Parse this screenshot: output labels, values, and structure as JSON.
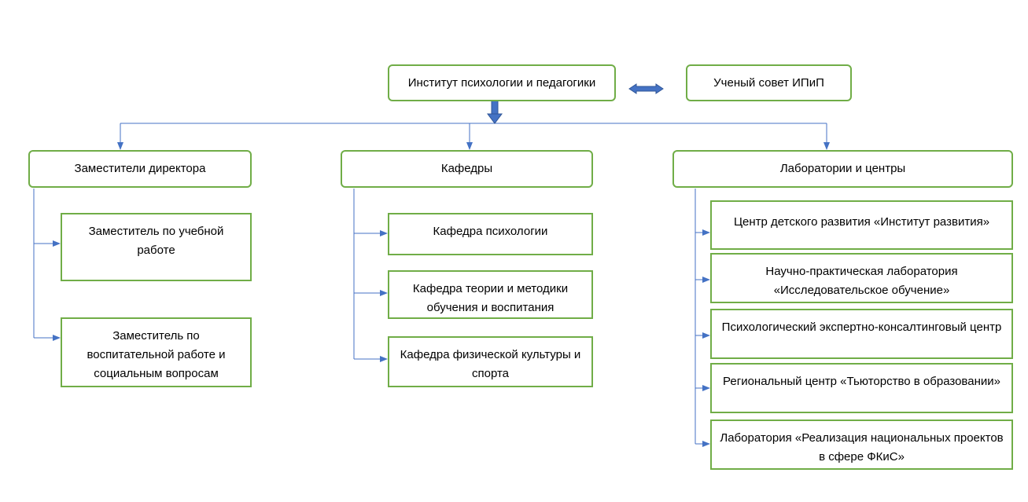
{
  "root": {
    "label": "Институт психологии и педагогики"
  },
  "council": {
    "label": "Ученый совет ИПиП"
  },
  "groups": {
    "deputies": {
      "label": "Заместители директора",
      "items": [
        "Заместитель по учебной работе",
        "Заместитель по воспитательной работе и социальным вопросам"
      ]
    },
    "departments": {
      "label": "Кафедры",
      "items": [
        "Кафедра психологии",
        "Кафедра теории и методики обучения и воспитания",
        "Кафедра физической культуры и спорта"
      ]
    },
    "labs": {
      "label": "Лаборатории и центры",
      "items": [
        "Центр детского развития «Институт развития»",
        "Научно-практическая лаборатория «Исследовательское обучение»",
        "Психологический экспертно-консалтинговый центр",
        "Региональный центр «Тьюторство в образовании»",
        "Лаборатория «Реализация национальных проектов в сфере ФКиС»"
      ]
    }
  },
  "colors": {
    "box_border": "#70ad47",
    "connector": "#4472c4",
    "arrow_fill": "#4472c4",
    "arrow_stroke": "#2f5597"
  }
}
